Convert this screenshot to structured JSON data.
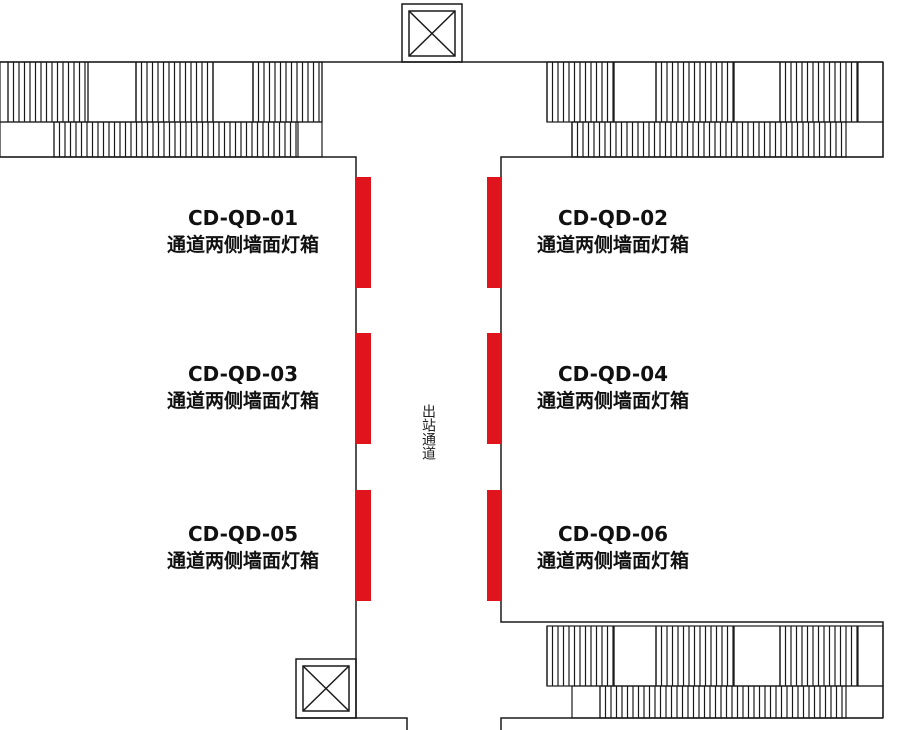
{
  "colors": {
    "lightbox": "#e0141c",
    "line": "#1a1a1a",
    "background": "#ffffff"
  },
  "corridor_label": "出站通道",
  "lightboxes": [
    {
      "code": "CD-QD-01",
      "desc": "通道两侧墙面灯箱"
    },
    {
      "code": "CD-QD-02",
      "desc": "通道两侧墙面灯箱"
    },
    {
      "code": "CD-QD-03",
      "desc": "通道两侧墙面灯箱"
    },
    {
      "code": "CD-QD-04",
      "desc": "通道两侧墙面灯箱"
    },
    {
      "code": "CD-QD-05",
      "desc": "通道两侧墙面灯箱"
    },
    {
      "code": "CD-QD-06",
      "desc": "通道两侧墙面灯箱"
    }
  ],
  "icons": {
    "elevator": "elevator-box-icon",
    "stairs": "stairs-icon",
    "escalator": "escalator-icon"
  }
}
